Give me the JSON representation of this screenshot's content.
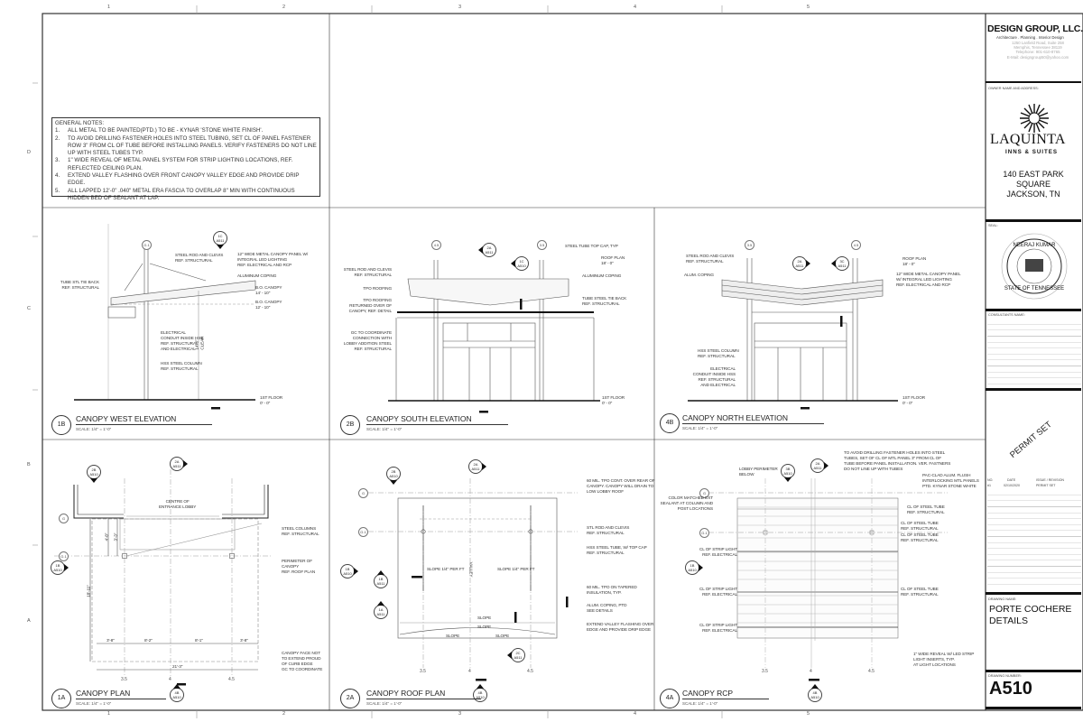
{
  "sheet": {
    "col_labels": [
      "1",
      "2",
      "3",
      "4",
      "5"
    ],
    "row_labels": [
      "D",
      "C",
      "B",
      "A"
    ]
  },
  "general_notes": {
    "title": "GENERAL NOTES:",
    "items": [
      {
        "n": "1.",
        "t": "ALL METAL TO BE PAINTED(PTD.) TO BE - KYNAR 'STONE WHITE FINISH'."
      },
      {
        "n": "2.",
        "t": "TO AVOID DRILLING FASTENER HOLES INTO STEEL TUBING, SET CL OF PANEL FASTENER ROW 3\" FROM CL OF TUBE BEFORE INSTALLING PANELS. VERIFY FASTENERS DO NOT LINE UP WITH STEEL TUBES TYP."
      },
      {
        "n": "3.",
        "t": "1\" WIDE REVEAL OF METAL PANEL SYSTEM FOR STRIP LIGHTING LOCATIONS, REF. REFLECTED CEILING PLAN."
      },
      {
        "n": "4.",
        "t": "EXTEND VALLEY FLASHING OVER FRONT CANOPY VALLEY EDGE AND PROVIDE DRIP EDGE."
      },
      {
        "n": "5.",
        "t": "ALL LAPPED 12'-0\" .040\" METAL ERA FASCIA TO OVERLAP 8\" MIN WITH CONTINUOUS HIDDEN BED OF SEALANT AT LAP."
      }
    ]
  },
  "views": {
    "west_elevation": {
      "id": "1B",
      "title": "CANOPY WEST ELEVATION",
      "scale": "SCALE: 1/4\" = 1'-0\"",
      "grids": [
        "G.1"
      ],
      "bubbles": [
        {
          "num": "1C",
          "sheet": "A511"
        }
      ],
      "labels": [
        "STEEL ROD AND CLEVIS\nREF. STRUCTURAL",
        "12\" WIDE METAL CANOPY PANEL W/\nINTEGRAL LED LIGHTING\nREF. ELECTRICAL AND RCP",
        "ALUMINUM COPING",
        "TUBE STL TIE BACK\nREF. STRUCTURAL",
        "B.O. CANOPY\n14' - 10\"",
        "B.O. CANOPY\n12' - 10\"",
        "ELECTRICAL\nCONDUIT INSIDE HSS\nREF. STRUCTURAL\nAND ELECTRICAL",
        "HSS STEEL COLUMN\nREF. STRUCTURAL",
        "14'-0\"\nCLEAR",
        "1ST FLOOR\n0' - 0\""
      ]
    },
    "south_elevation": {
      "id": "2B",
      "title": "CANOPY SOUTH ELEVATION",
      "scale": "SCALE: 1/4\" = 1'-0\"",
      "grids": [
        "4.5",
        "3.5"
      ],
      "bubbles": [
        {
          "num": "2A",
          "sheet": "A511"
        },
        {
          "num": "1C",
          "sheet": "A510"
        }
      ],
      "labels": [
        "STEEL TUBE TOP CAP, TYP",
        "ROOF PLAN\n18' - 0\"",
        "STEEL ROD AND CLEVIS\nREF. STRUCTURAL",
        "ALUMINUM COPING",
        "TPO ROOFING",
        "TPO ROOFING\nRETURNED OVER OF\nCANOPY, REF. DETAIL",
        "TUBE STEEL TIE BACK\nREF. STRUCTURAL",
        "GC TO COORDINATE\nCONNECTION WITH\nLOBBY ADDITION STEEL\nREF. STRUCTURAL",
        "1ST FLOOR\n0' - 0\""
      ]
    },
    "north_elevation": {
      "id": "4B",
      "title": "CANOPY NORTH ELEVATION",
      "scale": "SCALE: 1/4\" = 1'-0\"",
      "grids": [
        "3.5",
        "4.5"
      ],
      "bubbles": [
        {
          "num": "2A",
          "sheet": "A511"
        },
        {
          "num": "3C",
          "sheet": "A511"
        }
      ],
      "labels": [
        "STEEL ROD AND CLEVIS\nREF. STRUCTURAL",
        "ALUM. COPING",
        "ROOF PLAN\n18' - 0\"",
        "12\" WIDE METAL CANOPY PANEL\nW/ INTEGRAL LED LIGHTING\nREF. ELECTRICAL AND RCP",
        "HSS STEEL COLUMN\nREF. STRUCTURAL",
        "ELECTRICAL\nCONDUIT INSIDE HSS\nREF. STRUCTURAL\nAND ELECTRICAL",
        "1ST FLOOR\n0' - 0\""
      ]
    },
    "canopy_plan": {
      "id": "1A",
      "title": "CANOPY PLAN",
      "scale": "SCALE: 1/4\" = 1'-0\"",
      "grids": [
        "G",
        "G.1",
        "3.5",
        "4",
        "4.5"
      ],
      "bubbles": [
        {
          "num": "2B",
          "sheet": "A510"
        },
        {
          "num": "2A",
          "sheet": "A511"
        },
        {
          "num": "1B",
          "sheet": "A510"
        },
        {
          "num": "4B",
          "sheet": "A510"
        }
      ],
      "labels": [
        "CENTRE OF\nENTRANCE LOBBY",
        "STEEL COLUMNS\nREF. STRUCTURAL",
        "PERIMETER OF\nCANOPY\nREF. ROOF PLAN",
        "CANOPY FACE NOT\nTO EXTEND PROUD\nOF CURB EDGE\nGC TO COORDINATE"
      ],
      "dims": [
        "4'-8\"",
        "3'-3\"",
        "18'-11\"",
        "3'-8\"",
        "8'-2\"",
        "8'-1\"",
        "3'-8\"",
        "21'-3\""
      ]
    },
    "roof_plan": {
      "id": "2A",
      "title": "CANOPY ROOF PLAN",
      "scale": "SCALE: 1/4\" = 1'-0\"",
      "grids": [
        "G",
        "G.1",
        "3.5",
        "4",
        "4.5"
      ],
      "bubbles": [
        {
          "num": "2B",
          "sheet": "A510"
        },
        {
          "num": "2A",
          "sheet": "A511"
        },
        {
          "num": "1B",
          "sheet": "A510"
        },
        {
          "num": "1B",
          "sheet": "A511"
        },
        {
          "num": "1A",
          "sheet": "A511"
        },
        {
          "num": "2C",
          "sheet": "A511"
        },
        {
          "num": "4B",
          "sheet": "A510"
        }
      ],
      "labels": [
        "60 MIL. TPO CONT. OVER REAR OF\nCANOPY. CANOPY WILL DRAIN TO\nLOW LOBBY ROOF",
        "STL ROD AND CLEVIS\nREF. STRUCTURAL",
        "HSS STEEL TUBE, W/ TOP CAP\nREF. STRUCTURAL",
        "60 MIL. TPO ON TAPERED\nINSULATION, TYP.",
        "ALUM. COPING, PTD\nSEE DETAILS",
        "EXTEND VALLEY FLASHING OVER\nEDGE AND PROVIDE DRIP EDGE",
        "SLOPE 1/4\" PER FT",
        "SLOPE 1/4\" PER FT",
        "VALLEY",
        "SLOPE",
        "SLOPE",
        "SLOPE",
        "SLOPE"
      ]
    },
    "rcp": {
      "id": "4A",
      "title": "CANOPY RCP",
      "scale": "SCALE: 1/4\" = 1'-0\"",
      "grids": [
        "G",
        "G.1",
        "3.5",
        "4",
        "4.5"
      ],
      "bubbles": [
        {
          "num": "3B",
          "sheet": "A510"
        },
        {
          "num": "2A",
          "sheet": "A511"
        },
        {
          "num": "1B",
          "sheet": "A510"
        },
        {
          "num": "4B",
          "sheet": "A510"
        }
      ],
      "labels": [
        "TO AVOID DRILLING FASTENER HOLES INTO STEEL\nTUBES, SET OF CL OF MTL PANEL 3\" FROM CL OF\nTUBE BEFORE PANEL INSTALLATION. VER. FASTNERS\nDO NOT LINE UP WITH TUBES",
        "LOBBY PERIMETER\nBELOW",
        "PAC-CLAD ALUM. FLUSH\nINTERLOCKING MTL PANELS\nPTD. KYNAR STONE WHITE",
        "COLOR MATCHED EXT\nSEALANT AT COLUMN AND\nPOST LOCATIONS",
        "CL OF STEEL TUBE\nREF. STRUCTURAL",
        "CL OF STEEL TUBE\nREF. STRUCTURAL",
        "CL OF STEEL TUBE\nREF. STRUCTURAL",
        "CL OF STRIP LIGHT\nREF. ELECTRICAL",
        "CL OF STRIP LIGHT\nREF. ELECTRICAL",
        "CL OF STEEL TUBE\nREF. STRUCTURAL",
        "CL OF STRIP LIGHT\nREF. ELECTRICAL",
        "1\" WIDE REVEAL W/ LED STRIP\nLIGHT INSERTS, TYP.\nAT LIGHT LOCATIONS"
      ]
    }
  },
  "title_block": {
    "firm_name": "DESIGN GROUP, LLC.",
    "firm_tagline": "Architecture . Planning . Interior Design",
    "firm_address": "1250 Lanfield Road, Suite 258\nMemphis, Tennessee 38119\nTelephone: 901-610-8765\nE-Mail: designgroup50@yahoo.com",
    "owner_label": "OWNER NAME AND ADDRESS:",
    "owner_logo": "LAQUINTA",
    "owner_logo_sub": "INNS & SUITES",
    "owner_address": "140 EAST PARK\nSQUARE\nJACKSON, TN",
    "seal_label": "SEAL:",
    "seal_text": "NEERAJ KUMAR - REGISTERED ARCHITECT - STATE OF TENNESSEE",
    "consultants_label": "CONSULTANTS NAME:",
    "stamp": "PERMIT SET",
    "revision_headers": [
      "NO.",
      "DATE",
      "ISSUE / REVISION"
    ],
    "revisions": [
      {
        "no": "#1",
        "date": "02/10/2020",
        "issue": "PERMIT SET"
      }
    ],
    "drawing_name_label": "DRAWING NAME:",
    "drawing_name": "PORTE COCHERE\nDETAILS",
    "drawing_number_label": "DRAWING NUMBER:",
    "drawing_number": "A510"
  }
}
